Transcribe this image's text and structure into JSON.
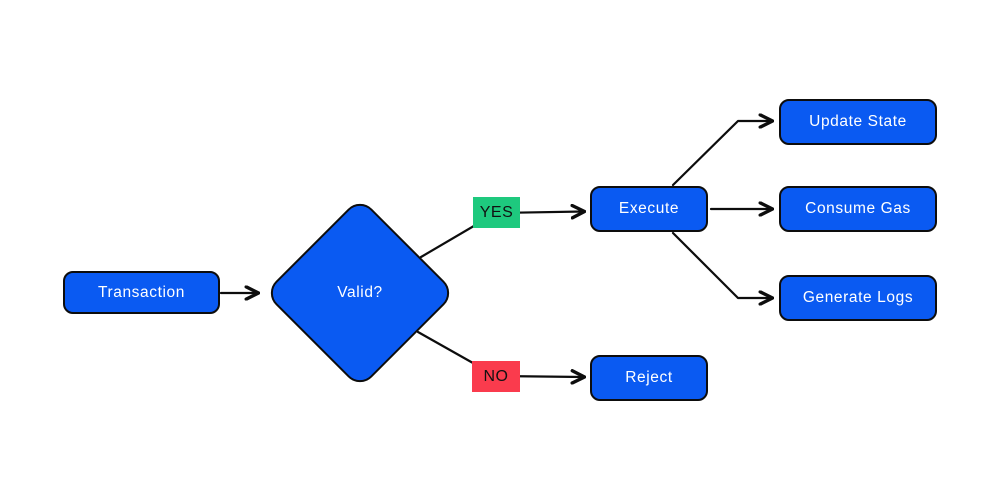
{
  "diagram": {
    "nodes": {
      "transaction": {
        "label": "Transaction"
      },
      "valid": {
        "label": "Valid?"
      },
      "execute": {
        "label": "Execute"
      },
      "reject": {
        "label": "Reject"
      },
      "update_state": {
        "label": "Update State"
      },
      "consume_gas": {
        "label": "Consume Gas"
      },
      "generate_logs": {
        "label": "Generate Logs"
      }
    },
    "edge_labels": {
      "yes": "YES",
      "no": "NO"
    },
    "colors": {
      "node_fill": "#0a5af2",
      "node_text": "#ffffff",
      "yes_fill": "#1ec97e",
      "no_fill": "#fa3b4d",
      "badge_text": "#111111",
      "stroke": "#0d0d0d",
      "background": "#ffffff"
    }
  }
}
